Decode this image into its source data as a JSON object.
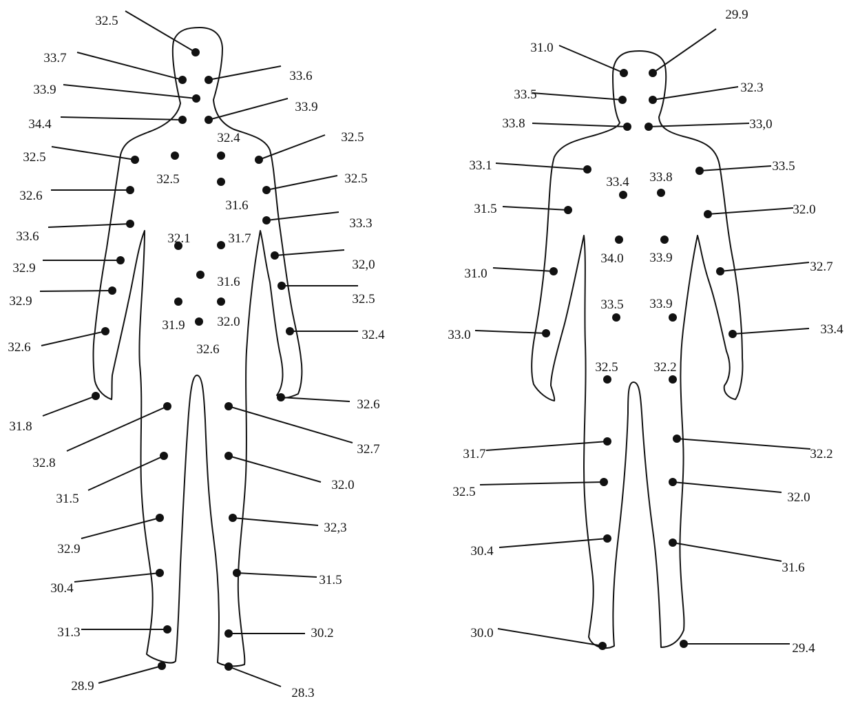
{
  "front": {
    "labels": [
      "32.5",
      "33.7",
      "33.6",
      "33.9",
      "33.9",
      "34.4",
      "32.4",
      "32.5",
      "32.5",
      "32.5",
      "32.6",
      "32.5",
      "31.6",
      "33.6",
      "33.3",
      "32.1",
      "31.7",
      "32.9",
      "32,0",
      "32.9",
      "31.6",
      "32.5",
      "31.9",
      "32.0",
      "32.6",
      "32.4",
      "32.6",
      "31.8",
      "32.6",
      "32.8",
      "32.7",
      "31.5",
      "32.0",
      "32.9",
      "32,3",
      "30.4",
      "31.5",
      "31.3",
      "30.2",
      "28.9",
      "28.3"
    ]
  },
  "back": {
    "labels": [
      "29.9",
      "31.0",
      "33.5",
      "32.3",
      "33.8",
      "33,0",
      "33.1",
      "33.5",
      "33.4",
      "33.8",
      "31.5",
      "32.0",
      "34.0",
      "33.9",
      "31.0",
      "32.7",
      "33.5",
      "33.9",
      "33.0",
      "33.4",
      "32.5",
      "32.2",
      "31.7",
      "32.2",
      "32.5",
      "32.0",
      "30.4",
      "31.6",
      "30.0",
      "29.4"
    ]
  }
}
